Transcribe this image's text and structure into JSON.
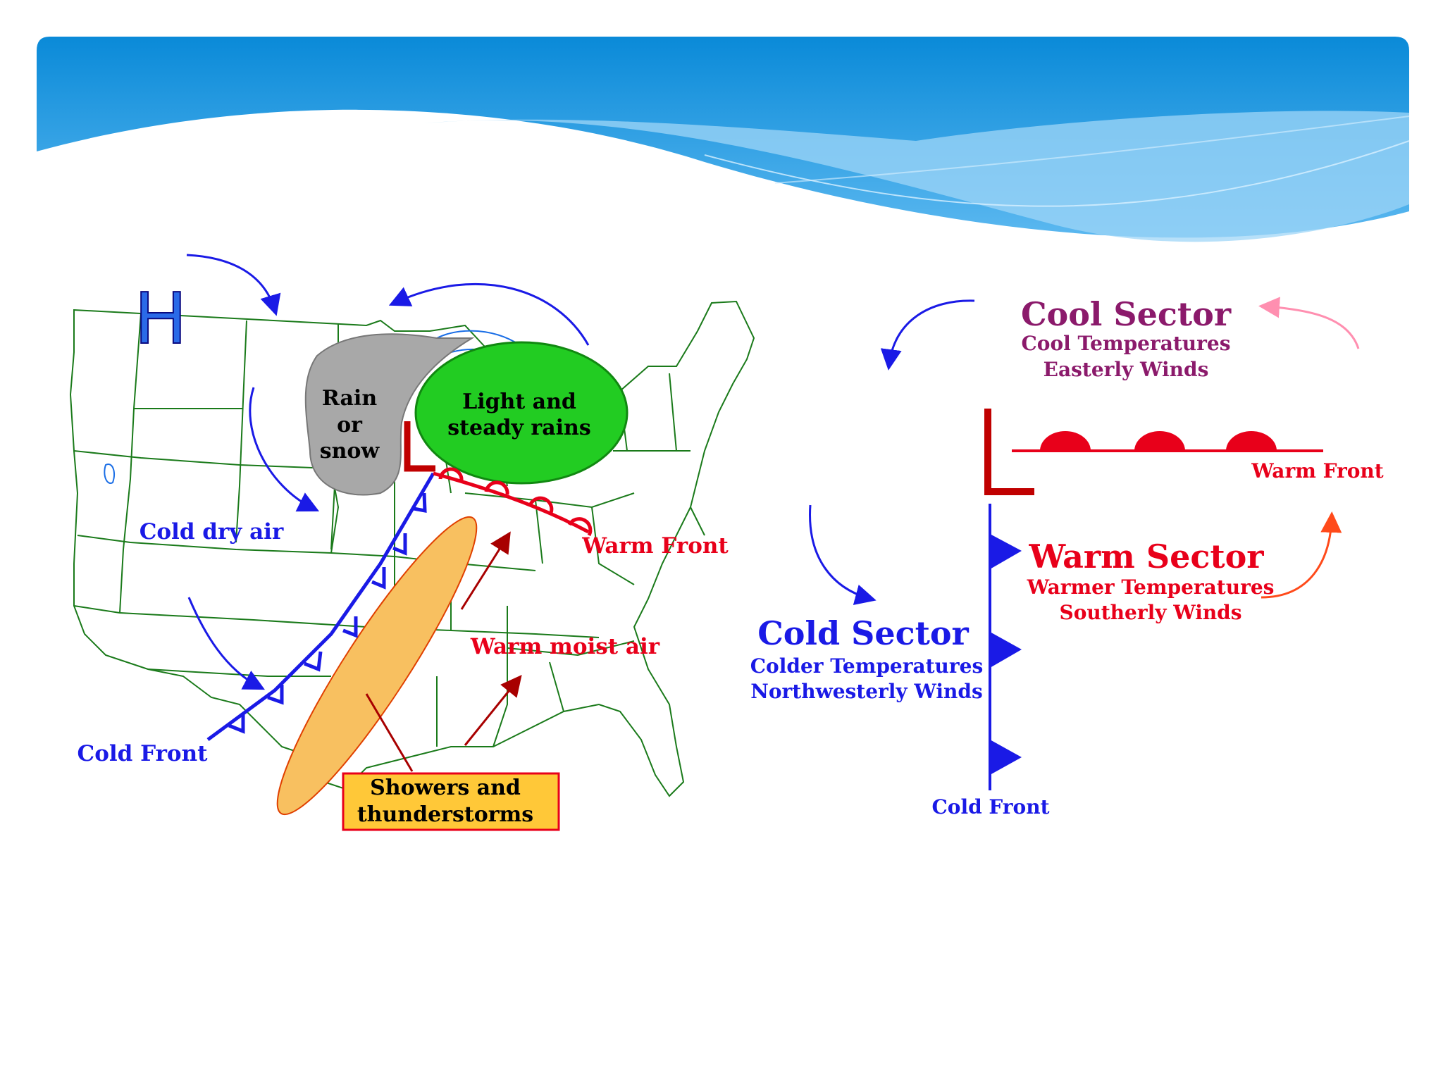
{
  "map": {
    "high_symbol": "H",
    "low_symbol": "L",
    "labels": {
      "rain_snow": [
        "Rain",
        "or",
        "snow"
      ],
      "light_rain": [
        "Light and",
        "steady rains"
      ],
      "cold_dry_air": "Cold dry air",
      "warm_front": "Warm Front",
      "warm_moist_air": "Warm moist air",
      "cold_front": "Cold Front",
      "showers": [
        "Showers and",
        "thunderstorms"
      ]
    }
  },
  "schematic": {
    "low_symbol": "L",
    "cool_sector": {
      "title": "Cool Sector",
      "line1": "Cool Temperatures",
      "line2": "Easterly Winds"
    },
    "warm_sector": {
      "title": "Warm Sector",
      "line1": "Warmer Temperatures",
      "line2": "Southerly Winds"
    },
    "cold_sector": {
      "title": "Cold Sector",
      "line1": "Colder Temperatures",
      "line2": "Northwesterly Winds"
    },
    "warm_front_label": "Warm Front",
    "cold_front_label": "Cold Front"
  },
  "colors": {
    "banner_top": "#1a8fd8",
    "banner_light": "#8fcff5",
    "cold_blue": "#1a1ae6",
    "warm_red": "#e8001a",
    "dark_red": "#8b0000",
    "cool_purple": "#8b1a6b",
    "rain_green": "#22cc22",
    "snow_gray": "#a8a8a8",
    "storm_orange": "#f8c060",
    "state_lines": "#1a7a1a"
  }
}
